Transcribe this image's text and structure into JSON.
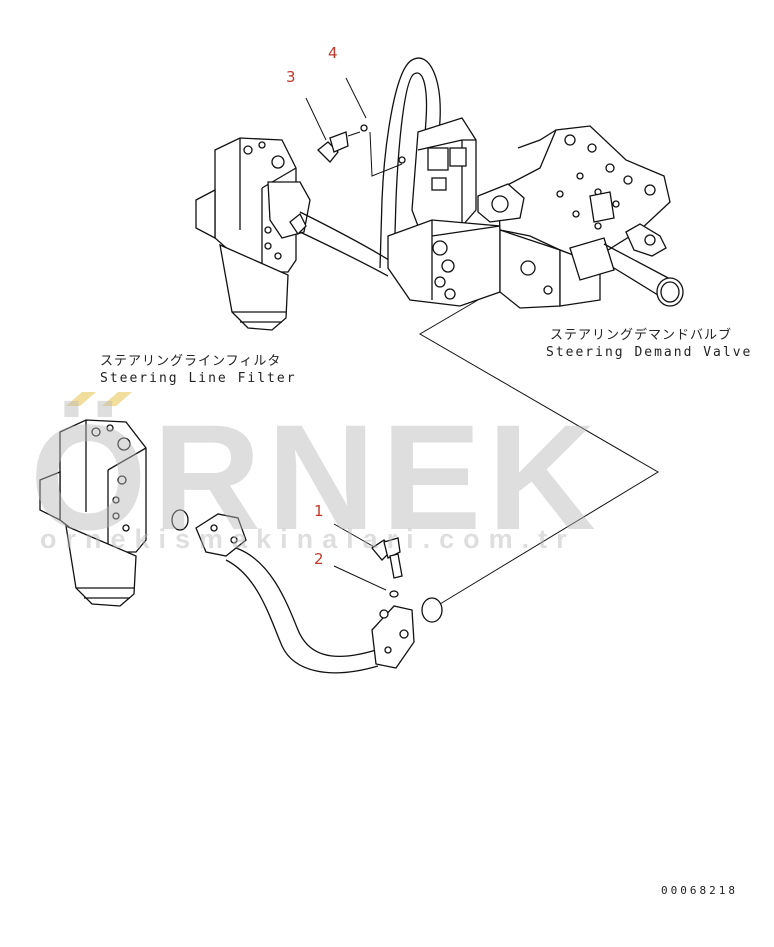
{
  "callouts": {
    "c1": "1",
    "c2": "2",
    "c3": "3",
    "c4": "4"
  },
  "labels": {
    "filter_jp": "ステアリングラインフィルタ",
    "filter_en": "Steering Line Filter",
    "valve_jp": "ステアリングデマンドバルブ",
    "valve_en": "Steering Demand Valve"
  },
  "watermark": {
    "brand": "ÖRNEK",
    "url": "ornekismakinalari.com.tr"
  },
  "doc_number": "00068218",
  "colors": {
    "callout": "#c0392b",
    "line": "#111111",
    "watermark": "#b8b8b8",
    "watermark_accent": "#e8c85a"
  }
}
